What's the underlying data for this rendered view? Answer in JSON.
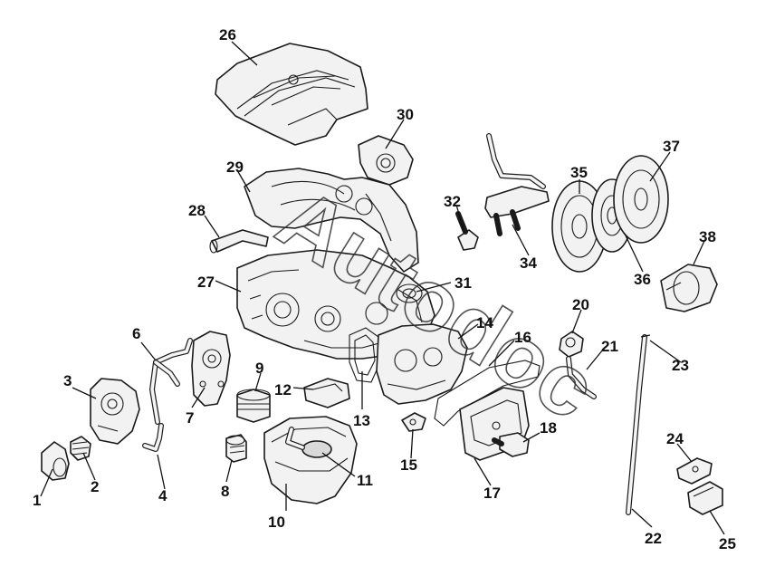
{
  "watermark": "Autodoc",
  "parts": [
    {
      "id": "part-1",
      "label": "1"
    },
    {
      "id": "part-2",
      "label": "2"
    },
    {
      "id": "part-3",
      "label": "3"
    },
    {
      "id": "part-4",
      "label": "4"
    },
    {
      "id": "part-5",
      "label": "6"
    },
    {
      "id": "part-6",
      "label": "7"
    },
    {
      "id": "part-7",
      "label": "8"
    },
    {
      "id": "part-8",
      "label": "9"
    },
    {
      "id": "part-9",
      "label": "10"
    },
    {
      "id": "part-10",
      "label": "11"
    },
    {
      "id": "part-11",
      "label": "12"
    },
    {
      "id": "part-12",
      "label": "13"
    },
    {
      "id": "part-13",
      "label": "14"
    },
    {
      "id": "part-14",
      "label": "15"
    },
    {
      "id": "part-15",
      "label": "16"
    },
    {
      "id": "part-16",
      "label": "17"
    },
    {
      "id": "part-17",
      "label": "18"
    },
    {
      "id": "part-18",
      "label": "20"
    },
    {
      "id": "part-19",
      "label": "21"
    },
    {
      "id": "part-20",
      "label": "22"
    },
    {
      "id": "part-21",
      "label": "23"
    },
    {
      "id": "part-22",
      "label": "24"
    },
    {
      "id": "part-23",
      "label": "25"
    },
    {
      "id": "part-24",
      "label": "26"
    },
    {
      "id": "part-25",
      "label": "27"
    },
    {
      "id": "part-26",
      "label": "28"
    },
    {
      "id": "part-27",
      "label": "29"
    },
    {
      "id": "part-28",
      "label": "30"
    },
    {
      "id": "part-29",
      "label": "31"
    },
    {
      "id": "part-30",
      "label": "32"
    },
    {
      "id": "part-31",
      "label": "34"
    },
    {
      "id": "part-32",
      "label": "35"
    },
    {
      "id": "part-33",
      "label": "36"
    },
    {
      "id": "part-34",
      "label": "37"
    },
    {
      "id": "part-35",
      "label": "38"
    }
  ]
}
